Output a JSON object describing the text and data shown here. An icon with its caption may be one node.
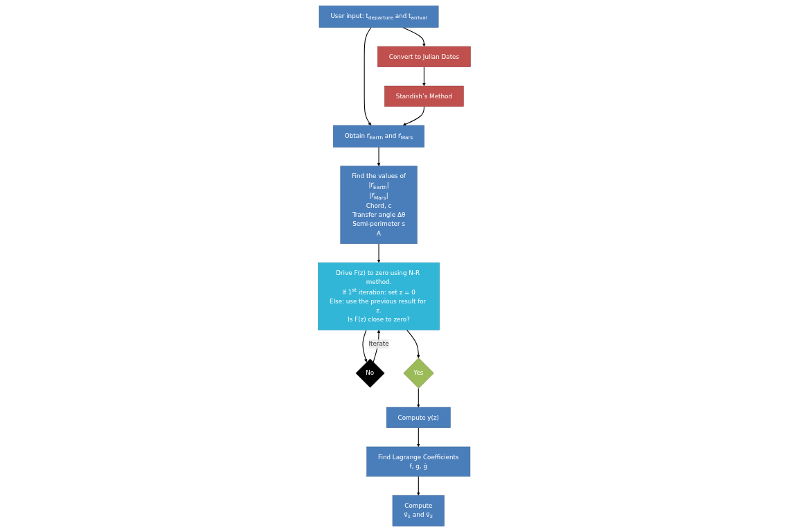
{
  "diagram": {
    "nodes": [
      {
        "text": [
          "User input: t$_{departure}$ and t$_{arrival}$"
        ]
      },
      {
        "text": [
          "Obtain r⃗$_{Earth}$ and r⃗$_{Mars}$"
        ]
      },
      {
        "text": [
          "Find the values of",
          "|r⃗$_{Earth}$|",
          "|r⃗$_{Mars}$|",
          "Chord, c",
          "Transfer angle Δθ",
          "Semi-perimeter s",
          "A"
        ]
      },
      {
        "text": [
          "Convert to Julian Dates"
        ]
      },
      {
        "text": [
          "Standish’s Method"
        ]
      },
      {
        "text": [
          "Drive F(z) to zero using N-R method.",
          "If 1$^{st}$ iteration: set z = 0",
          "Else: use the previous result for z.",
          "Is F(z) close to zero?"
        ]
      },
      {
        "text": [
          "No"
        ]
      },
      {
        "text": [
          "Yes"
        ]
      },
      {
        "text": [
          "Compute y(z)"
        ]
      },
      {
        "text": [
          "Find Lagrange Coefficients",
          "f, g, ġ"
        ]
      },
      {
        "text": [
          "Compute",
          "v⃗$_{1}$ and v⃗$_{2}$"
        ]
      }
    ],
    "edges": [
      {
        "from": 0,
        "to": 1,
        "arrow": "to"
      },
      {
        "from": 0,
        "to": 3,
        "arrow": "to"
      },
      {
        "from": 3,
        "to": 4,
        "arrow": "to"
      },
      {
        "from": 4,
        "to": 1,
        "arrow": "to"
      },
      {
        "from": 1,
        "to": 2,
        "arrow": "to"
      },
      {
        "from": 2,
        "to": 5,
        "arrow": "to"
      },
      {
        "from": 5,
        "to": 6,
        "arrow": "to"
      },
      {
        "from": 6,
        "to": 5,
        "arrow": "to",
        "label": "Iterate"
      },
      {
        "from": 5,
        "to": 7,
        "arrow": "to"
      },
      {
        "from": 7,
        "to": 8,
        "arrow": "to"
      },
      {
        "from": 8,
        "to": 9,
        "arrow": "to"
      },
      {
        "from": 9,
        "to": 10,
        "arrow": "to"
      }
    ]
  }
}
